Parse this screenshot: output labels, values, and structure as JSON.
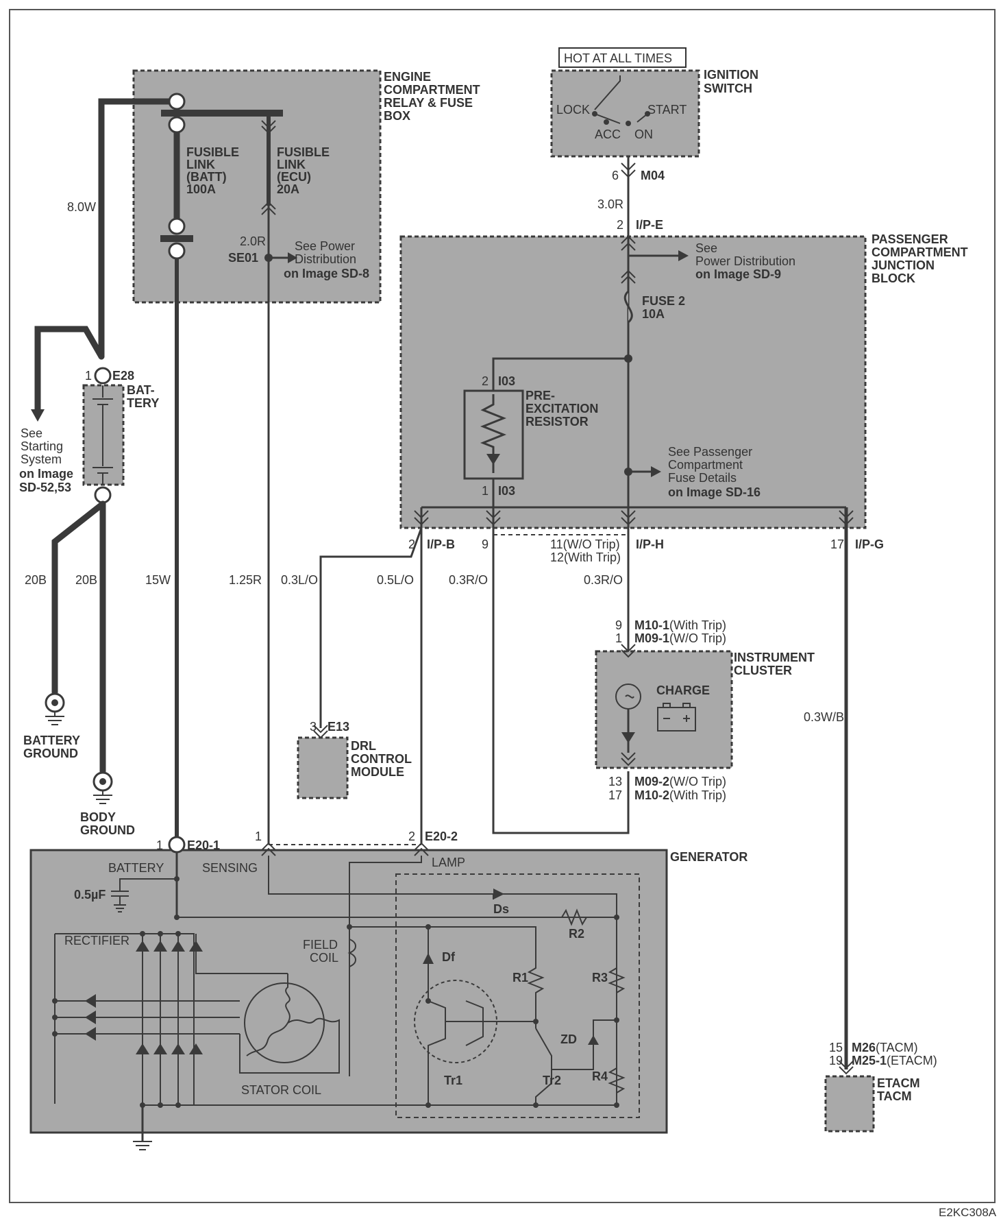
{
  "labels": {
    "hot_at_all_times": "HOT AT ALL TIMES",
    "ignition_switch": [
      "IGNITION",
      "SWITCH"
    ],
    "lock": "LOCK",
    "start": "START",
    "acc": "ACC",
    "on": "ON",
    "m04_pin": "6",
    "m04": "M04",
    "wire_3_0r": "3.0R",
    "ipe_pin": "2",
    "ipe": "I/P-E",
    "ecrfb": [
      "ENGINE",
      "COMPARTMENT",
      "RELAY & FUSE",
      "BOX"
    ],
    "fl_batt": [
      "FUSIBLE",
      "LINK",
      "(BATT)",
      "100A"
    ],
    "fl_ecu": [
      "FUSIBLE",
      "LINK",
      "(ECU)",
      "20A"
    ],
    "wire_2_0r": "2.0R",
    "se01": "SE01",
    "see_power_sd8": [
      "See Power",
      "Distribution"
    ],
    "on_image_sd8": "on Image SD-8",
    "wire_8_0w": "8.0W",
    "pcjb": [
      "PASSENGER",
      "COMPARTMENT",
      "JUNCTION",
      "BLOCK"
    ],
    "see_power_sd9": [
      "See",
      "Power Distribution"
    ],
    "on_image_sd9": "on Image SD-9",
    "fuse2": [
      "FUSE 2",
      "10A"
    ],
    "i03_top_pin": "2",
    "i03_top": "I03",
    "pre_excitation": [
      "PRE-",
      "EXCITATION",
      "RESISTOR"
    ],
    "i03_bot_pin": "1",
    "i03_bot": "I03",
    "see_pcfd": [
      "See Passenger",
      "Compartment",
      "Fuse Details"
    ],
    "on_image_sd16": "on Image SD-16",
    "e28_pin": "1",
    "e28": "E28",
    "battery": [
      "BAT-",
      "TERY"
    ],
    "see_starting": [
      "See",
      "Starting",
      "System"
    ],
    "on_image_sd52": [
      "on Image",
      "SD-52,53"
    ],
    "ipb_pin": "2",
    "ipb": "I/P-B",
    "pin_9": "9",
    "iph_pins": [
      "11(W/O Trip)",
      "12(With Trip)"
    ],
    "iph": "I/P-H",
    "ipg_pin": "17",
    "ipg": "I/P-G",
    "wire_20b_a": "20B",
    "wire_20b_b": "20B",
    "wire_15w": "15W",
    "wire_1_25r": "1.25R",
    "wire_0_3lo": "0.3L/O",
    "wire_0_5lo": "0.5L/O",
    "wire_0_3ro_a": "0.3R/O",
    "wire_0_3ro_b": "0.3R/O",
    "m10_1_pin": "9",
    "m10_1": "M10-1",
    "m10_1_note": "(With Trip)",
    "m09_1_pin": "1",
    "m09_1": "M09-1",
    "m09_1_note": "(W/O Trip)",
    "instrument_cluster": [
      "INSTRUMENT",
      "CLUSTER"
    ],
    "charge": "CHARGE",
    "m09_2_pin": "13",
    "m09_2": "M09-2",
    "m09_2_note": "(W/O Trip)",
    "m10_2_pin": "17",
    "m10_2": "M10-2",
    "m10_2_note": "(With Trip)",
    "wire_0_3wb": "0.3W/B",
    "e13_pin": "3",
    "e13": "E13",
    "drl": [
      "DRL",
      "CONTROL",
      "MODULE"
    ],
    "battery_ground": [
      "BATTERY",
      "GROUND"
    ],
    "body_ground": [
      "BODY",
      "GROUND"
    ],
    "e201_pin": "1",
    "e201": "E20-1",
    "e202_pin_1": "1",
    "e202_pin_2": "2",
    "e202": "E20-2",
    "generator": "GENERATOR",
    "gen_battery": "BATTERY",
    "gen_sensing": "SENSING",
    "gen_lamp": "LAMP",
    "cap": "0.5µF",
    "ds": "Ds",
    "r2": "R2",
    "rectifier": "RECTIFIER",
    "field_coil": [
      "FIELD",
      "COIL"
    ],
    "df": "Df",
    "r1": "R1",
    "r3": "R3",
    "zd": "ZD",
    "r4": "R4",
    "stator_coil": "STATOR COIL",
    "tr1": "Tr1",
    "tr2": "Tr2",
    "m26_pin": "15",
    "m26": "M26",
    "m26_note": "(TACM)",
    "m25_pin": "19",
    "m25": "M25-1",
    "m25_note": "(ETACM)",
    "etacm": [
      "ETACM",
      "TACM"
    ],
    "figure_code": "E2KC308A"
  }
}
